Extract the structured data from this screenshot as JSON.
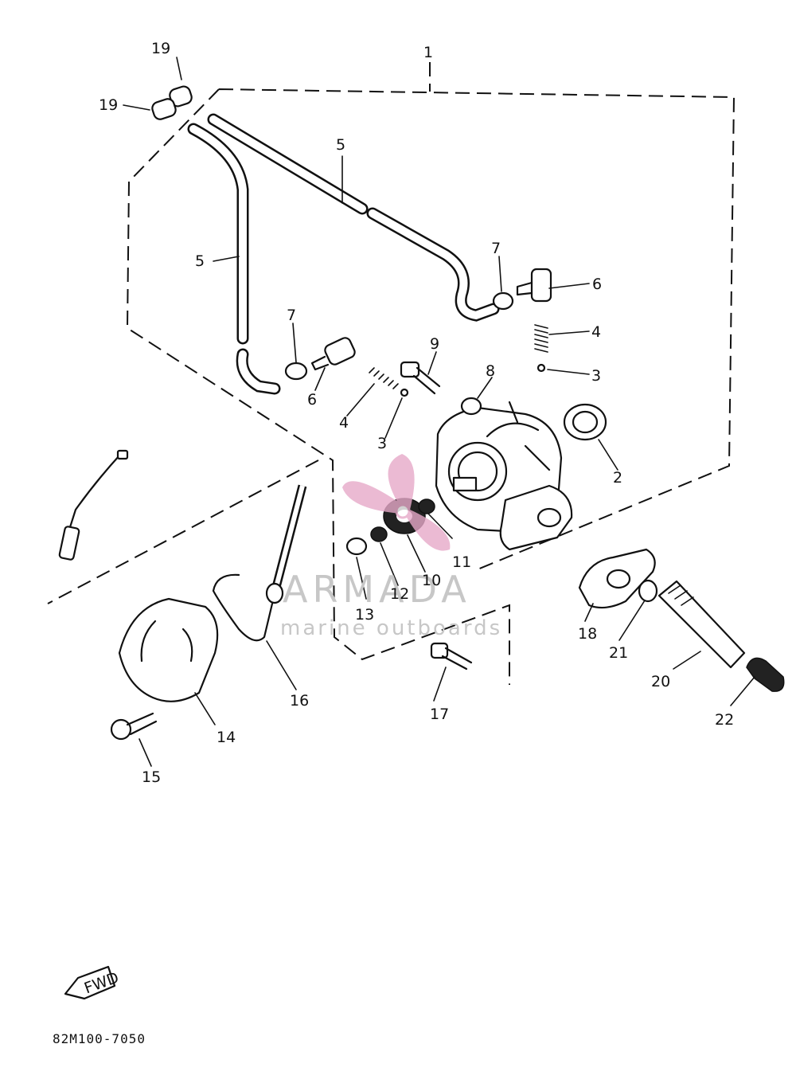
{
  "diagram_code": "82M100-7050",
  "fwd_label": "FWD",
  "watermark": {
    "title": "ARMADA",
    "subtitle": "marine outboards"
  },
  "part_labels": [
    "1",
    "2",
    "3",
    "3",
    "4",
    "4",
    "5",
    "5",
    "6",
    "6",
    "7",
    "7",
    "8",
    "9",
    "10",
    "11",
    "12",
    "13",
    "14",
    "15",
    "16",
    "17",
    "18",
    "19",
    "19",
    "20",
    "21",
    "22"
  ],
  "colors": {
    "ink": "#111111",
    "watermark_text": "#c7c7c7",
    "watermark_logo": "#e7a9c9"
  }
}
